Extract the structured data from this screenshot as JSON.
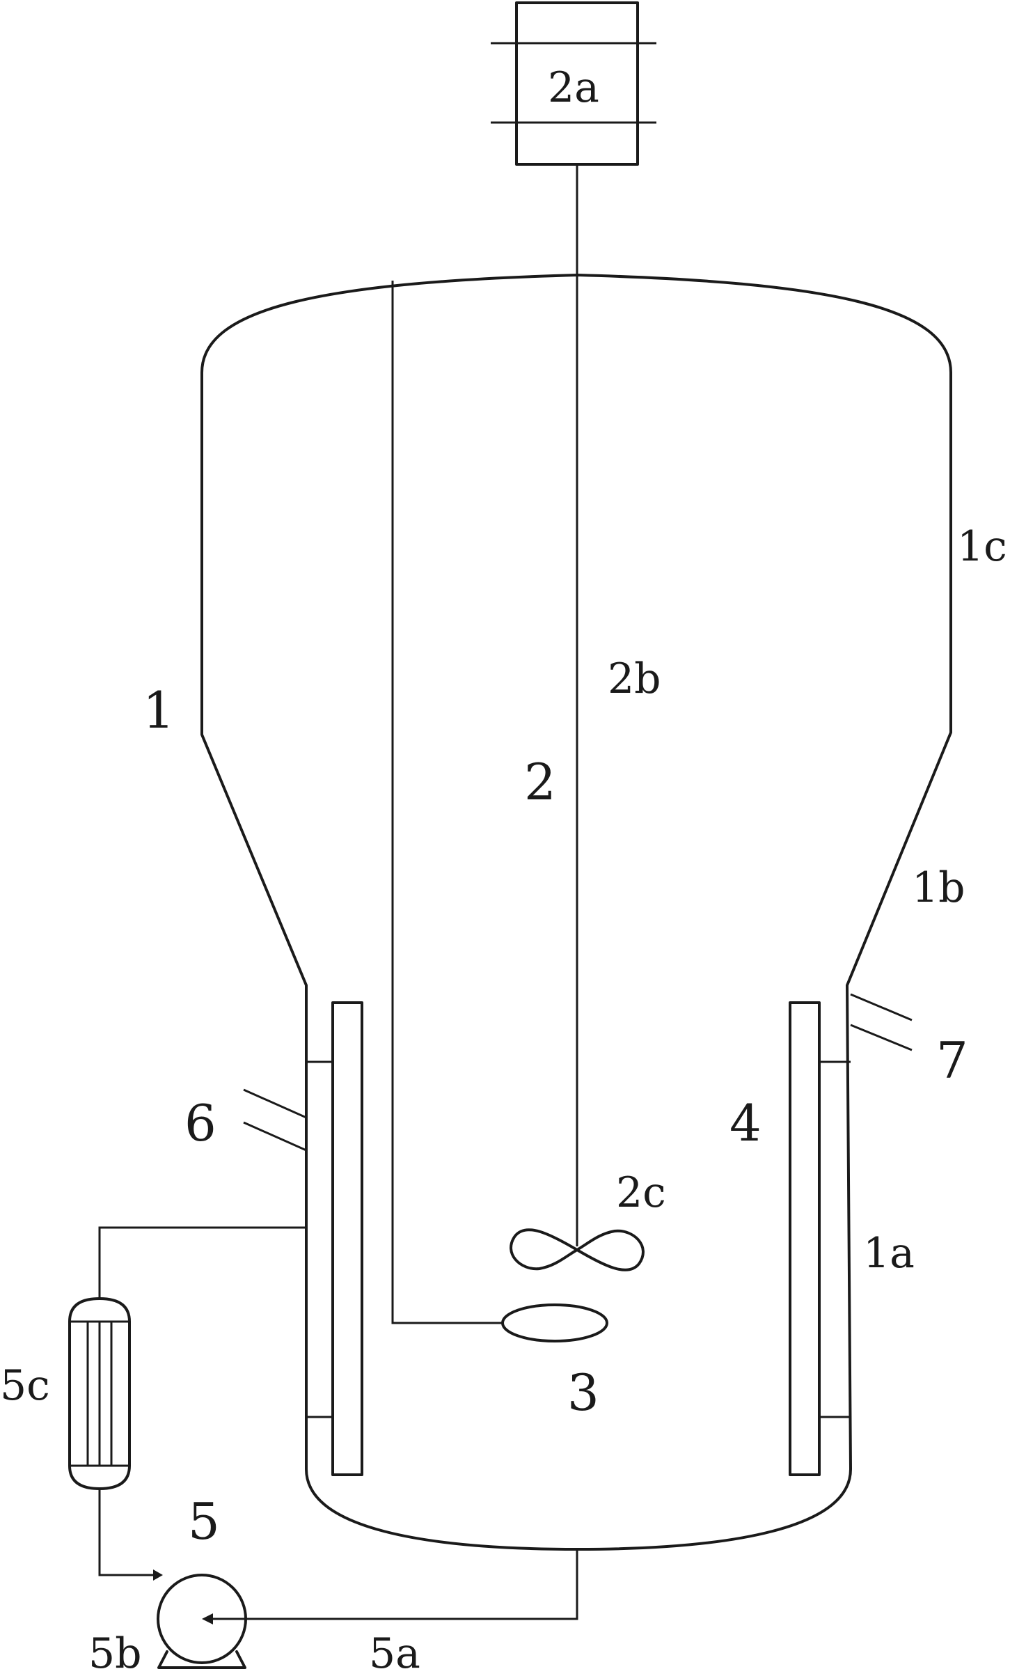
{
  "labels": {
    "motor": "2a",
    "vessel": "1",
    "upper_section": "1c",
    "cone_section": "1b",
    "lower_section": "1a",
    "stirrer": "2",
    "shaft": "2b",
    "impeller": "2c",
    "sparger": "3",
    "baffle": "4",
    "circulation": "5",
    "pipe": "5a",
    "pump": "5b",
    "heat_exchanger": "5c",
    "inlet_left": "6",
    "inlet_right": "7"
  }
}
